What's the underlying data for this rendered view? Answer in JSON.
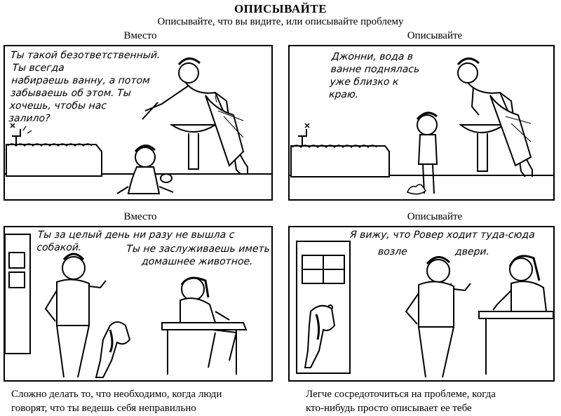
{
  "title": "ОПИСЫВАЙТЕ",
  "subtitle": "Описывайте, что вы видите, или описывайте проблему",
  "panels": [
    {
      "label": "Вместо",
      "speech": [
        "Ты такой безответственный.",
        "Ты всегда\nнабираешь ванну, а потом\nзабываешь об этом. Ты\nхочешь, чтобы нас\nзалило?"
      ]
    },
    {
      "label": "Описывайте",
      "speech": [
        "Джонни, вода в\nванне поднялась\nуже близко к\nкраю."
      ]
    },
    {
      "label": "Вместо",
      "speech": [
        "Ты за целый день ни разу не вышла с собакой.",
        "Ты не заслуживаешь иметь\nдомашнее животное."
      ]
    },
    {
      "label": "Описывайте",
      "speech": [
        "Я вижу, что Ровер ходит туда-сюда",
        "возле",
        "двери."
      ]
    }
  ],
  "captions": [
    "Сложно делать то, что необходимо, когда люди\nговорят, что ты ведешь себя неправильно",
    "Легче сосредоточиться на проблеме, когда\nкто-нибудь просто описывает ее тебе"
  ]
}
